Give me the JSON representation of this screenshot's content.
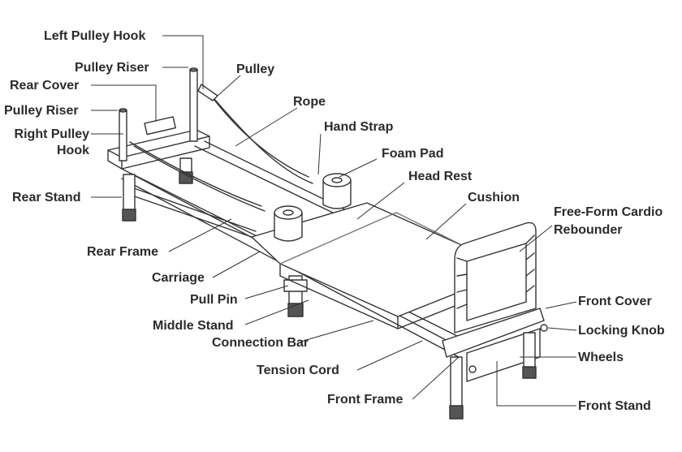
{
  "labels": {
    "left_pulley_hook": "Left Pulley Hook",
    "pulley_riser_top": "Pulley Riser",
    "rear_cover": "Rear Cover",
    "pulley_riser": "Pulley Riser",
    "right_pulley_hook_1": "Right Pulley",
    "right_pulley_hook_2": "Hook",
    "rear_stand": "Rear Stand",
    "rear_frame": "Rear Frame",
    "carriage": "Carriage",
    "pull_pin": "Pull Pin",
    "middle_stand": "Middle Stand",
    "connection_bar": "Connection Bar",
    "tension_cord": "Tension Cord",
    "front_frame": "Front Frame",
    "pulley": "Pulley",
    "rope": "Rope",
    "hand_strap": "Hand Strap",
    "foam_pad": "Foam Pad",
    "head_rest": "Head Rest",
    "cushion": "Cushion",
    "rebounder_1": "Free-Form Cardio",
    "rebounder_2": "Rebounder",
    "front_cover": "Front Cover",
    "locking_knob": "Locking Knob",
    "wheels": "Wheels",
    "front_stand": "Front Stand"
  }
}
